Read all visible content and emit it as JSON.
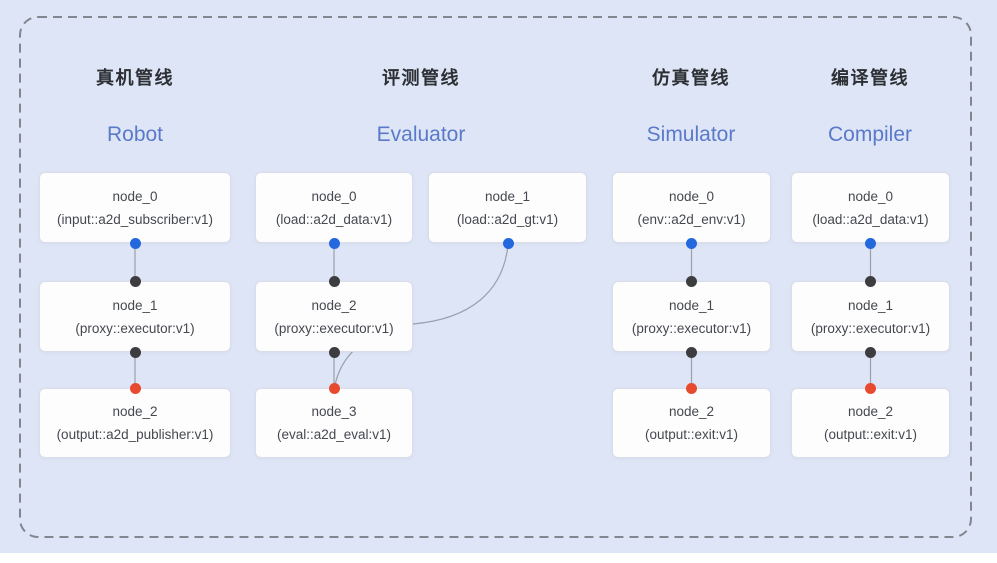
{
  "pipelines": [
    {
      "title_zh": "真机管线",
      "title_en": "Robot",
      "nodes": [
        {
          "name": "node_0",
          "type": "(input::a2d_subscriber:v1)"
        },
        {
          "name": "node_1",
          "type": "(proxy::executor:v1)"
        },
        {
          "name": "node_2",
          "type": "(output::a2d_publisher:v1)"
        }
      ]
    },
    {
      "title_zh": "评测管线",
      "title_en": "Evaluator",
      "nodes": [
        {
          "name": "node_0",
          "type": "(load::a2d_data:v1)"
        },
        {
          "name": "node_1",
          "type": "(load::a2d_gt:v1)"
        },
        {
          "name": "node_2",
          "type": "(proxy::executor:v1)"
        },
        {
          "name": "node_3",
          "type": "(eval::a2d_eval:v1)"
        }
      ]
    },
    {
      "title_zh": "仿真管线",
      "title_en": "Simulator",
      "nodes": [
        {
          "name": "node_0",
          "type": "(env::a2d_env:v1)"
        },
        {
          "name": "node_1",
          "type": "(proxy::executor:v1)"
        },
        {
          "name": "node_2",
          "type": "(output::exit:v1)"
        }
      ]
    },
    {
      "title_zh": "编译管线",
      "title_en": "Compiler",
      "nodes": [
        {
          "name": "node_0",
          "type": "(load::a2d_data:v1)"
        },
        {
          "name": "node_1",
          "type": "(proxy::executor:v1)"
        },
        {
          "name": "node_2",
          "type": "(output::exit:v1)"
        }
      ]
    }
  ],
  "colors": {
    "background": "#dee5f6",
    "node_fill": "#fdfdfe",
    "node_border": "#d9dde7",
    "node_text": "#45484e",
    "title": "#2c2f34",
    "subtitle": "#5a7ac9",
    "edge": "#9aa0ab",
    "border_dash": "#82868f",
    "port_output": "#2468dd",
    "port_proxy": "#3d3d40",
    "port_terminal": "#e74a2f"
  }
}
